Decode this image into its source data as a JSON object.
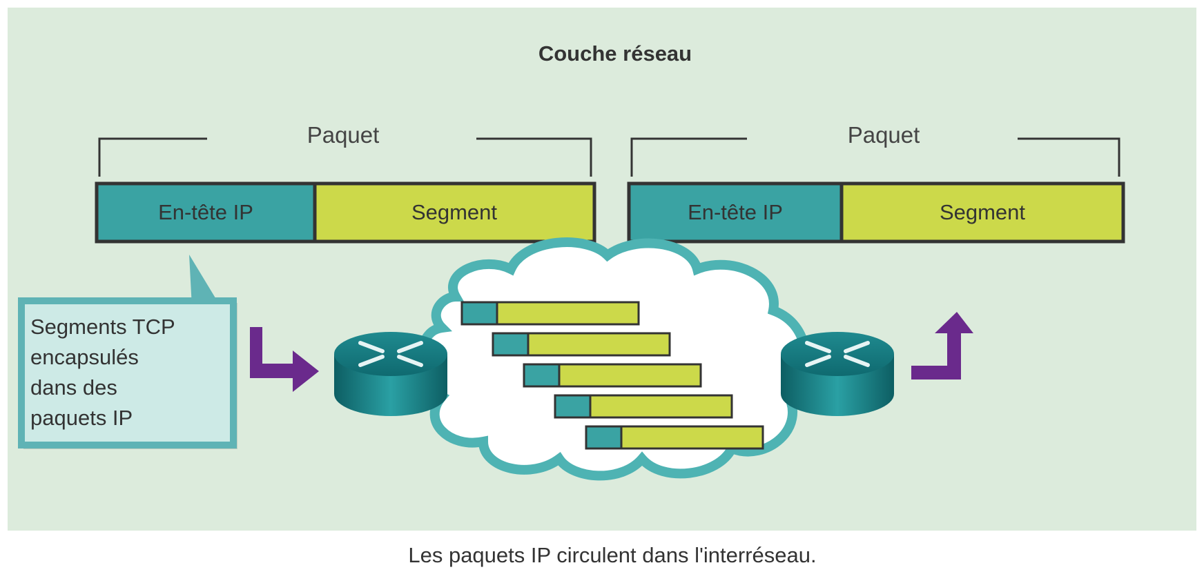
{
  "title": "Couche réseau",
  "packets": [
    {
      "label": "Paquet",
      "header": "En-tête IP",
      "segment": "Segment"
    },
    {
      "label": "Paquet",
      "header": "En-tête IP",
      "segment": "Segment"
    }
  ],
  "callout": {
    "lines": [
      "Segments TCP",
      "encapsulés",
      "dans des",
      "paquets IP"
    ]
  },
  "caption": "Les paquets IP circulent dans l'interréseau.",
  "colors": {
    "background": "#dcebdc",
    "header": "#3aa3a3",
    "segment": "#ccd94a",
    "arrow": "#6a2a8c",
    "callout": "#cdeae6"
  },
  "icons": [
    "router-icon",
    "cloud-icon",
    "arrow-icon"
  ]
}
